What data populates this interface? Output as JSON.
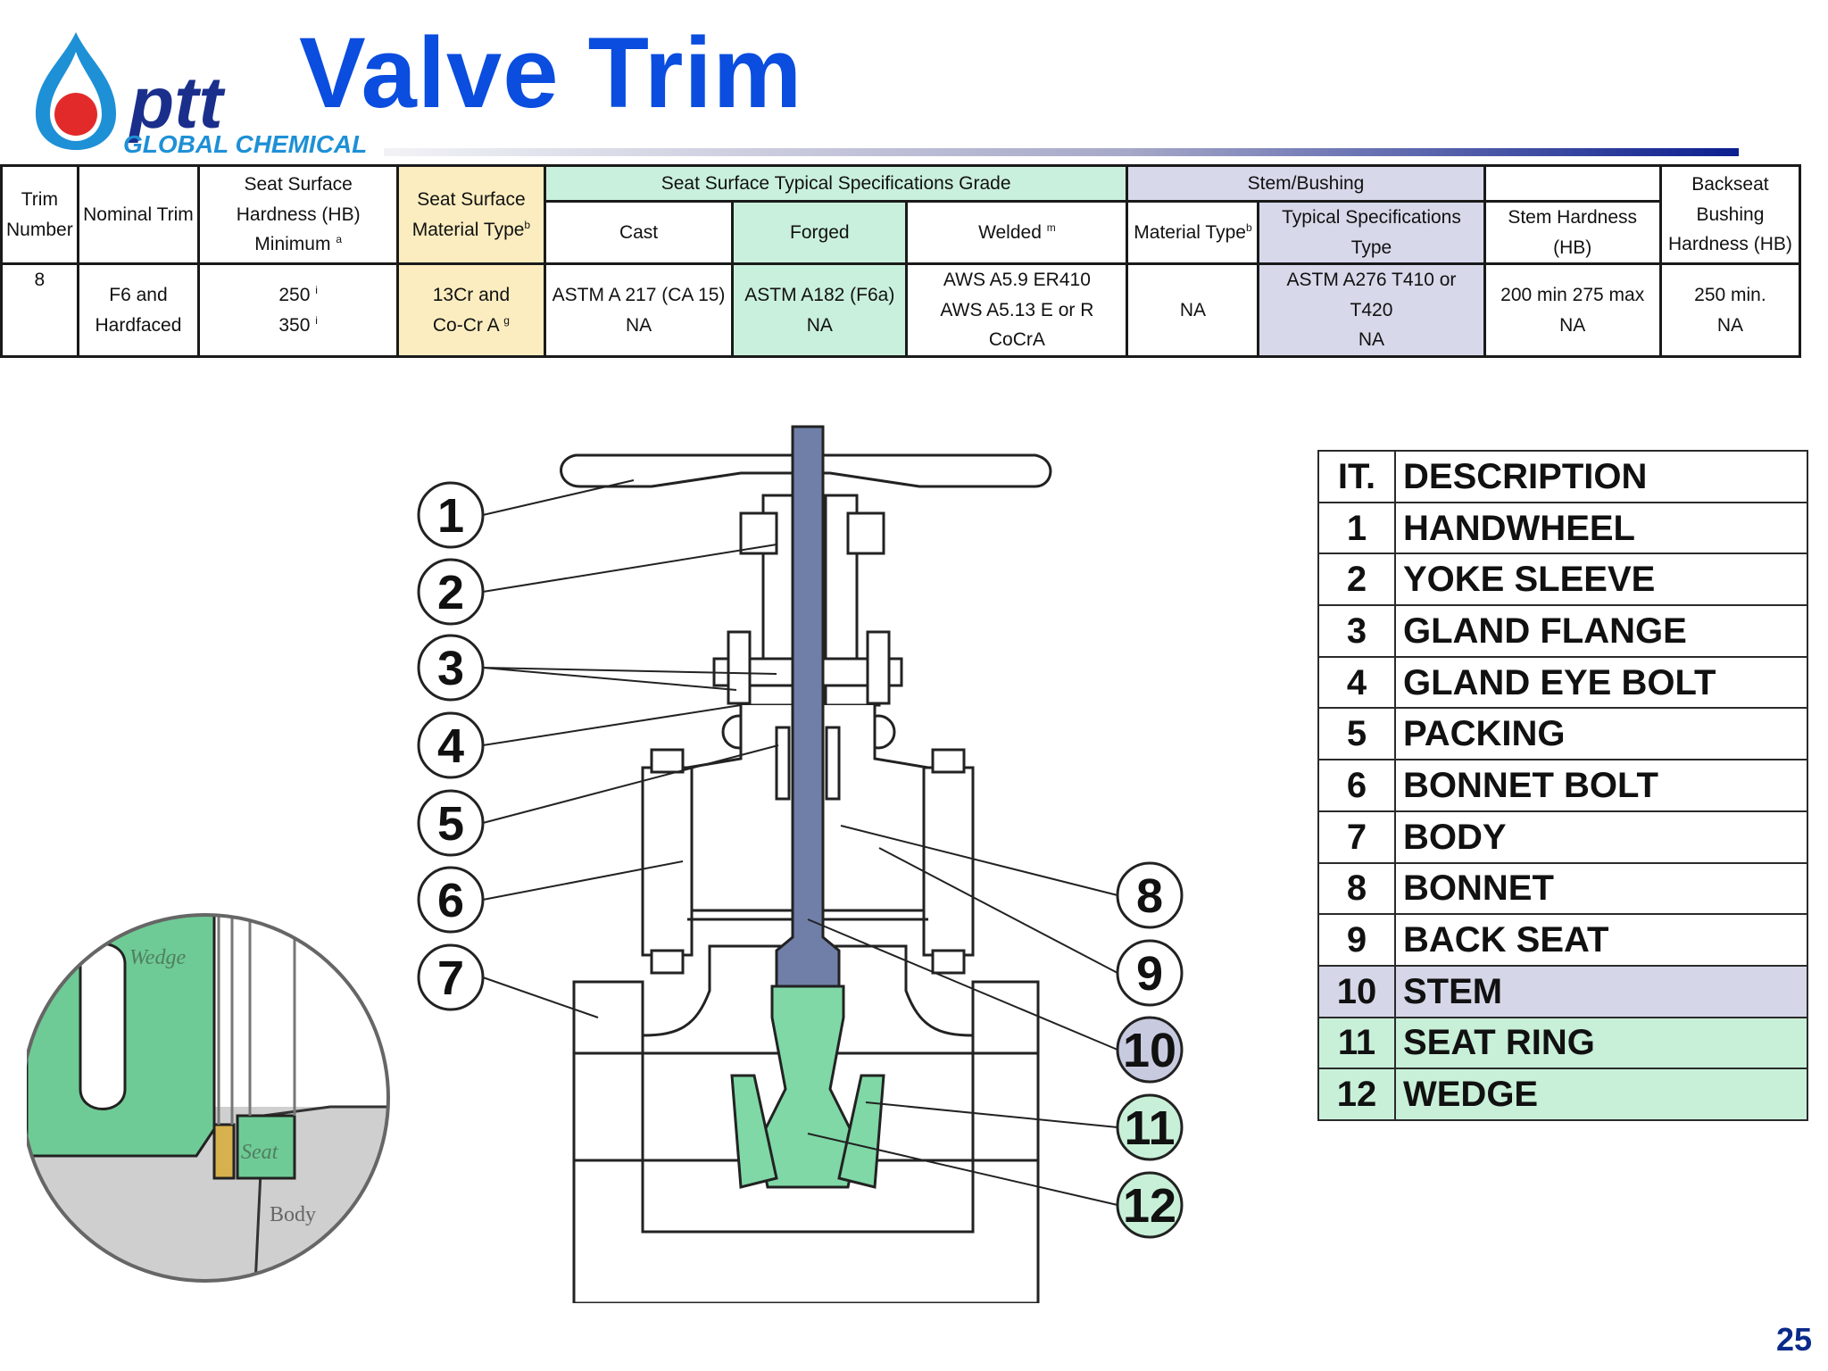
{
  "header": {
    "title": "Valve Trim",
    "logo_word": "ptt",
    "logo_sub": "GLOBAL CHEMICAL"
  },
  "spec_table": {
    "headers": {
      "trim_number": "Trim Number",
      "nominal_trim": "Nominal Trim",
      "seat_hardness": "Seat Surface Hardness (HB) Minimum",
      "seat_hardness_note": "a",
      "seat_material": "Seat Surface Material Type",
      "seat_material_note": "b",
      "seat_grade": "Seat Surface Typical Specifications Grade",
      "cast": "Cast",
      "forged": "Forged",
      "welded": "Welded",
      "welded_note": "m",
      "stem_bushing": "Stem/Bushing",
      "material_type": "Material Type",
      "material_type_note": "b",
      "typical_spec_type": "Typical Specifications Type",
      "stem_hardness": "Stem  Hardness (HB)",
      "backseat": "Backseat Bushing Hardness (HB)"
    },
    "row": {
      "trim_number": "8",
      "nominal_trim_1": "F6 and",
      "nominal_trim_2": "Hardfaced",
      "hardness_1": "250",
      "hardness_1_note": "i",
      "hardness_2": "350",
      "hardness_2_note": "i",
      "material_1": "13Cr and",
      "material_2": "Co-Cr A",
      "material_2_note": "g",
      "cast_1": "ASTM A 217 (CA 15)",
      "cast_2": "NA",
      "forged_1": "ASTM A182 (F6a)",
      "forged_2": "NA",
      "welded_1": "AWS A5.9 ER410",
      "welded_2": "AWS A5.13 E or R CoCrA",
      "stem_material": "NA",
      "typical_1": "ASTM A276 T410 or T420",
      "typical_2": "NA",
      "stem_hardness_1": "200 min 275 max",
      "stem_hardness_2": "NA",
      "backseat_1": "250 min.",
      "backseat_2": "NA"
    }
  },
  "parts_table": {
    "header_it": "IT.",
    "header_desc": "DESCRIPTION",
    "items": [
      {
        "num": "1",
        "desc": "HANDWHEEL"
      },
      {
        "num": "2",
        "desc": "YOKE SLEEVE"
      },
      {
        "num": "3",
        "desc": "GLAND FLANGE"
      },
      {
        "num": "4",
        "desc": "GLAND EYE BOLT"
      },
      {
        "num": "5",
        "desc": "PACKING"
      },
      {
        "num": "6",
        "desc": "BONNET BOLT"
      },
      {
        "num": "7",
        "desc": "BODY"
      },
      {
        "num": "8",
        "desc": "BONNET"
      },
      {
        "num": "9",
        "desc": "BACK SEAT"
      },
      {
        "num": "10",
        "desc": "STEM"
      },
      {
        "num": "11",
        "desc": "SEAT RING"
      },
      {
        "num": "12",
        "desc": "WEDGE"
      }
    ]
  },
  "detail": {
    "wedge": "Wedge",
    "seat": "Seat",
    "body": "Body"
  },
  "callouts": [
    "1",
    "2",
    "3",
    "4",
    "5",
    "6",
    "7",
    "8",
    "9",
    "10",
    "11",
    "12"
  ],
  "colors": {
    "title_blue": "#0a4ddf",
    "stem_blue": "#6f7fa8",
    "trim_green": "#7fd8a6",
    "row_blue": "#d5d7e8",
    "row_green": "#c8f0d8"
  },
  "page_number": "25"
}
